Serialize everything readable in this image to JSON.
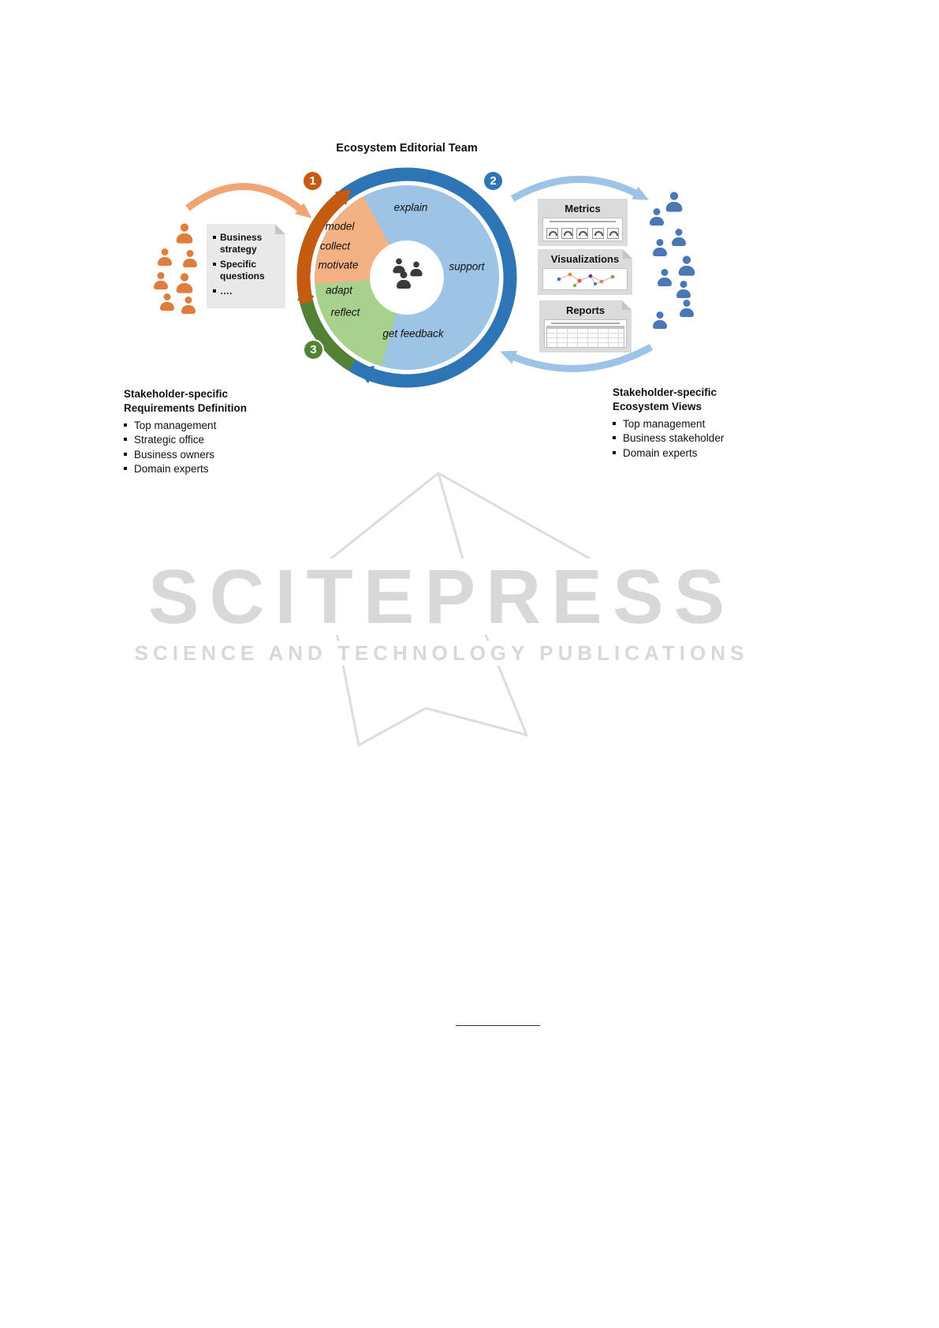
{
  "title": "Ecosystem Editorial Team",
  "cycle": {
    "badges": [
      "1",
      "2",
      "3"
    ],
    "labels": {
      "explain": "explain",
      "model": "model",
      "collect": "collect",
      "motivate": "motivate",
      "support": "support",
      "adapt": "adapt",
      "reflect": "reflect",
      "get_feedback": "get feedback"
    }
  },
  "input_note": {
    "items": [
      "Business strategy",
      "Specific questions",
      "…."
    ]
  },
  "outputs": {
    "metrics": "Metrics",
    "visualizations": "Visualizations",
    "reports": "Reports"
  },
  "stakeholders_left": {
    "heading": [
      "Stakeholder-specific",
      "Requirements Definition"
    ],
    "items": [
      "Top management",
      "Strategic office",
      "Business owners",
      "Domain experts"
    ]
  },
  "stakeholders_right": {
    "heading": [
      "Stakeholder-specific",
      "Ecosystem Views"
    ],
    "items": [
      "Top management",
      "Business stakeholder",
      "Domain experts"
    ]
  },
  "watermark": {
    "wordmark": "SCITEPRESS",
    "tagline": "SCIENCE AND TECHNOLOGY PUBLICATIONS"
  },
  "colors": {
    "orange": "#C55A11",
    "light_orange": "#F4B183",
    "blue": "#2E75B6",
    "light_blue": "#9DC3E6",
    "green": "#538135",
    "light_green": "#A9D18E",
    "people_orange": "#DE7E3E",
    "people_blue": "#4C77B5",
    "panel_gray": "#DBDBDB",
    "watermark_gray": "#D8D8D8"
  }
}
